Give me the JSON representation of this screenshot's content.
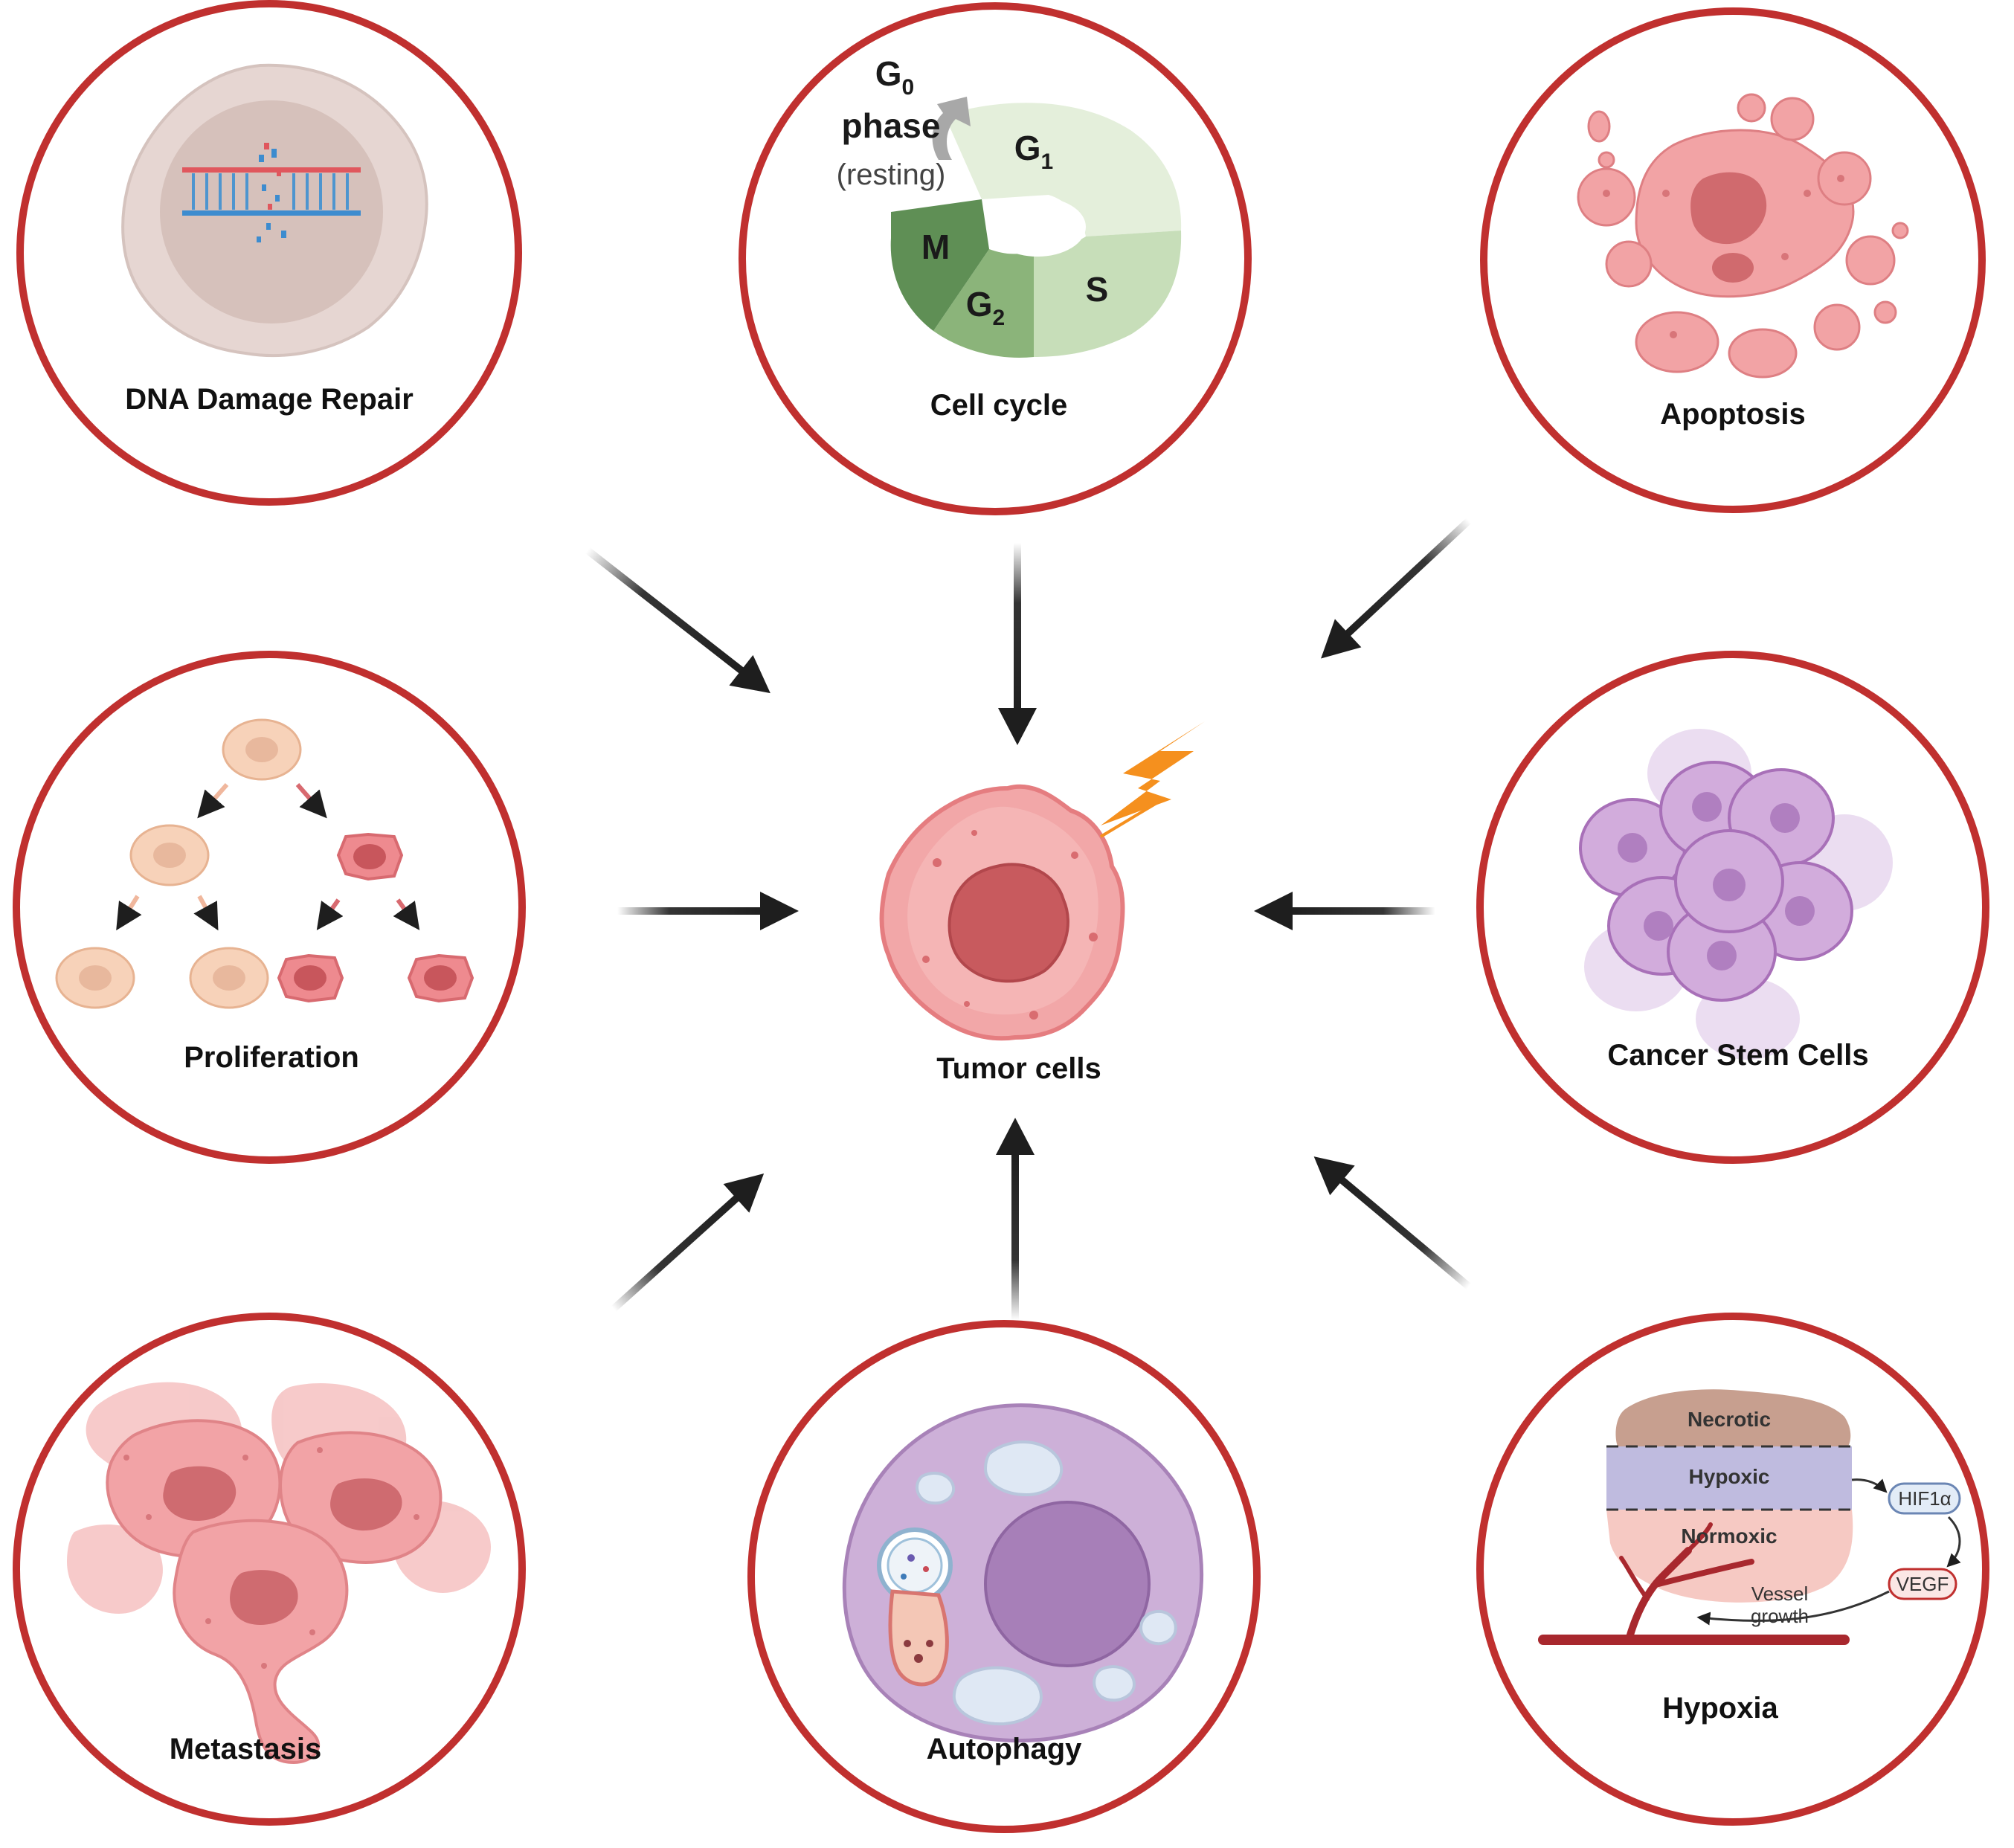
{
  "center": {
    "label": "Tumor cells"
  },
  "panels": {
    "dna_repair": {
      "label": "DNA Damage Repair"
    },
    "cell_cycle": {
      "label": "Cell cycle",
      "g0_line1": "G",
      "g0_sub": "0",
      "g0_line2": "phase",
      "g0_line3": "(resting)",
      "g1": "G",
      "g1_sub": "1",
      "s": "S",
      "g2": "G",
      "g2_sub": "2",
      "m": "M"
    },
    "apoptosis": {
      "label": "Apoptosis"
    },
    "proliferation": {
      "label": "Proliferation"
    },
    "cancer_stem_cells": {
      "label": "Cancer Stem Cells"
    },
    "metastasis": {
      "label": "Metastasis"
    },
    "autophagy": {
      "label": "Autophagy"
    },
    "hypoxia": {
      "label": "Hypoxia",
      "necrotic": "Necrotic",
      "hypoxic": "Hypoxic",
      "normoxic": "Normoxic",
      "hif": "HIF1α",
      "vegf": "VEGF",
      "vessel_line1": "Vessel",
      "vessel_line2": "growth"
    }
  },
  "colors": {
    "ring": "#c0302f",
    "arrow": "#1e1e1e",
    "cell_pink": "#f29c9e",
    "cell_dark": "#d9696d",
    "lightning": "#f5901e"
  }
}
